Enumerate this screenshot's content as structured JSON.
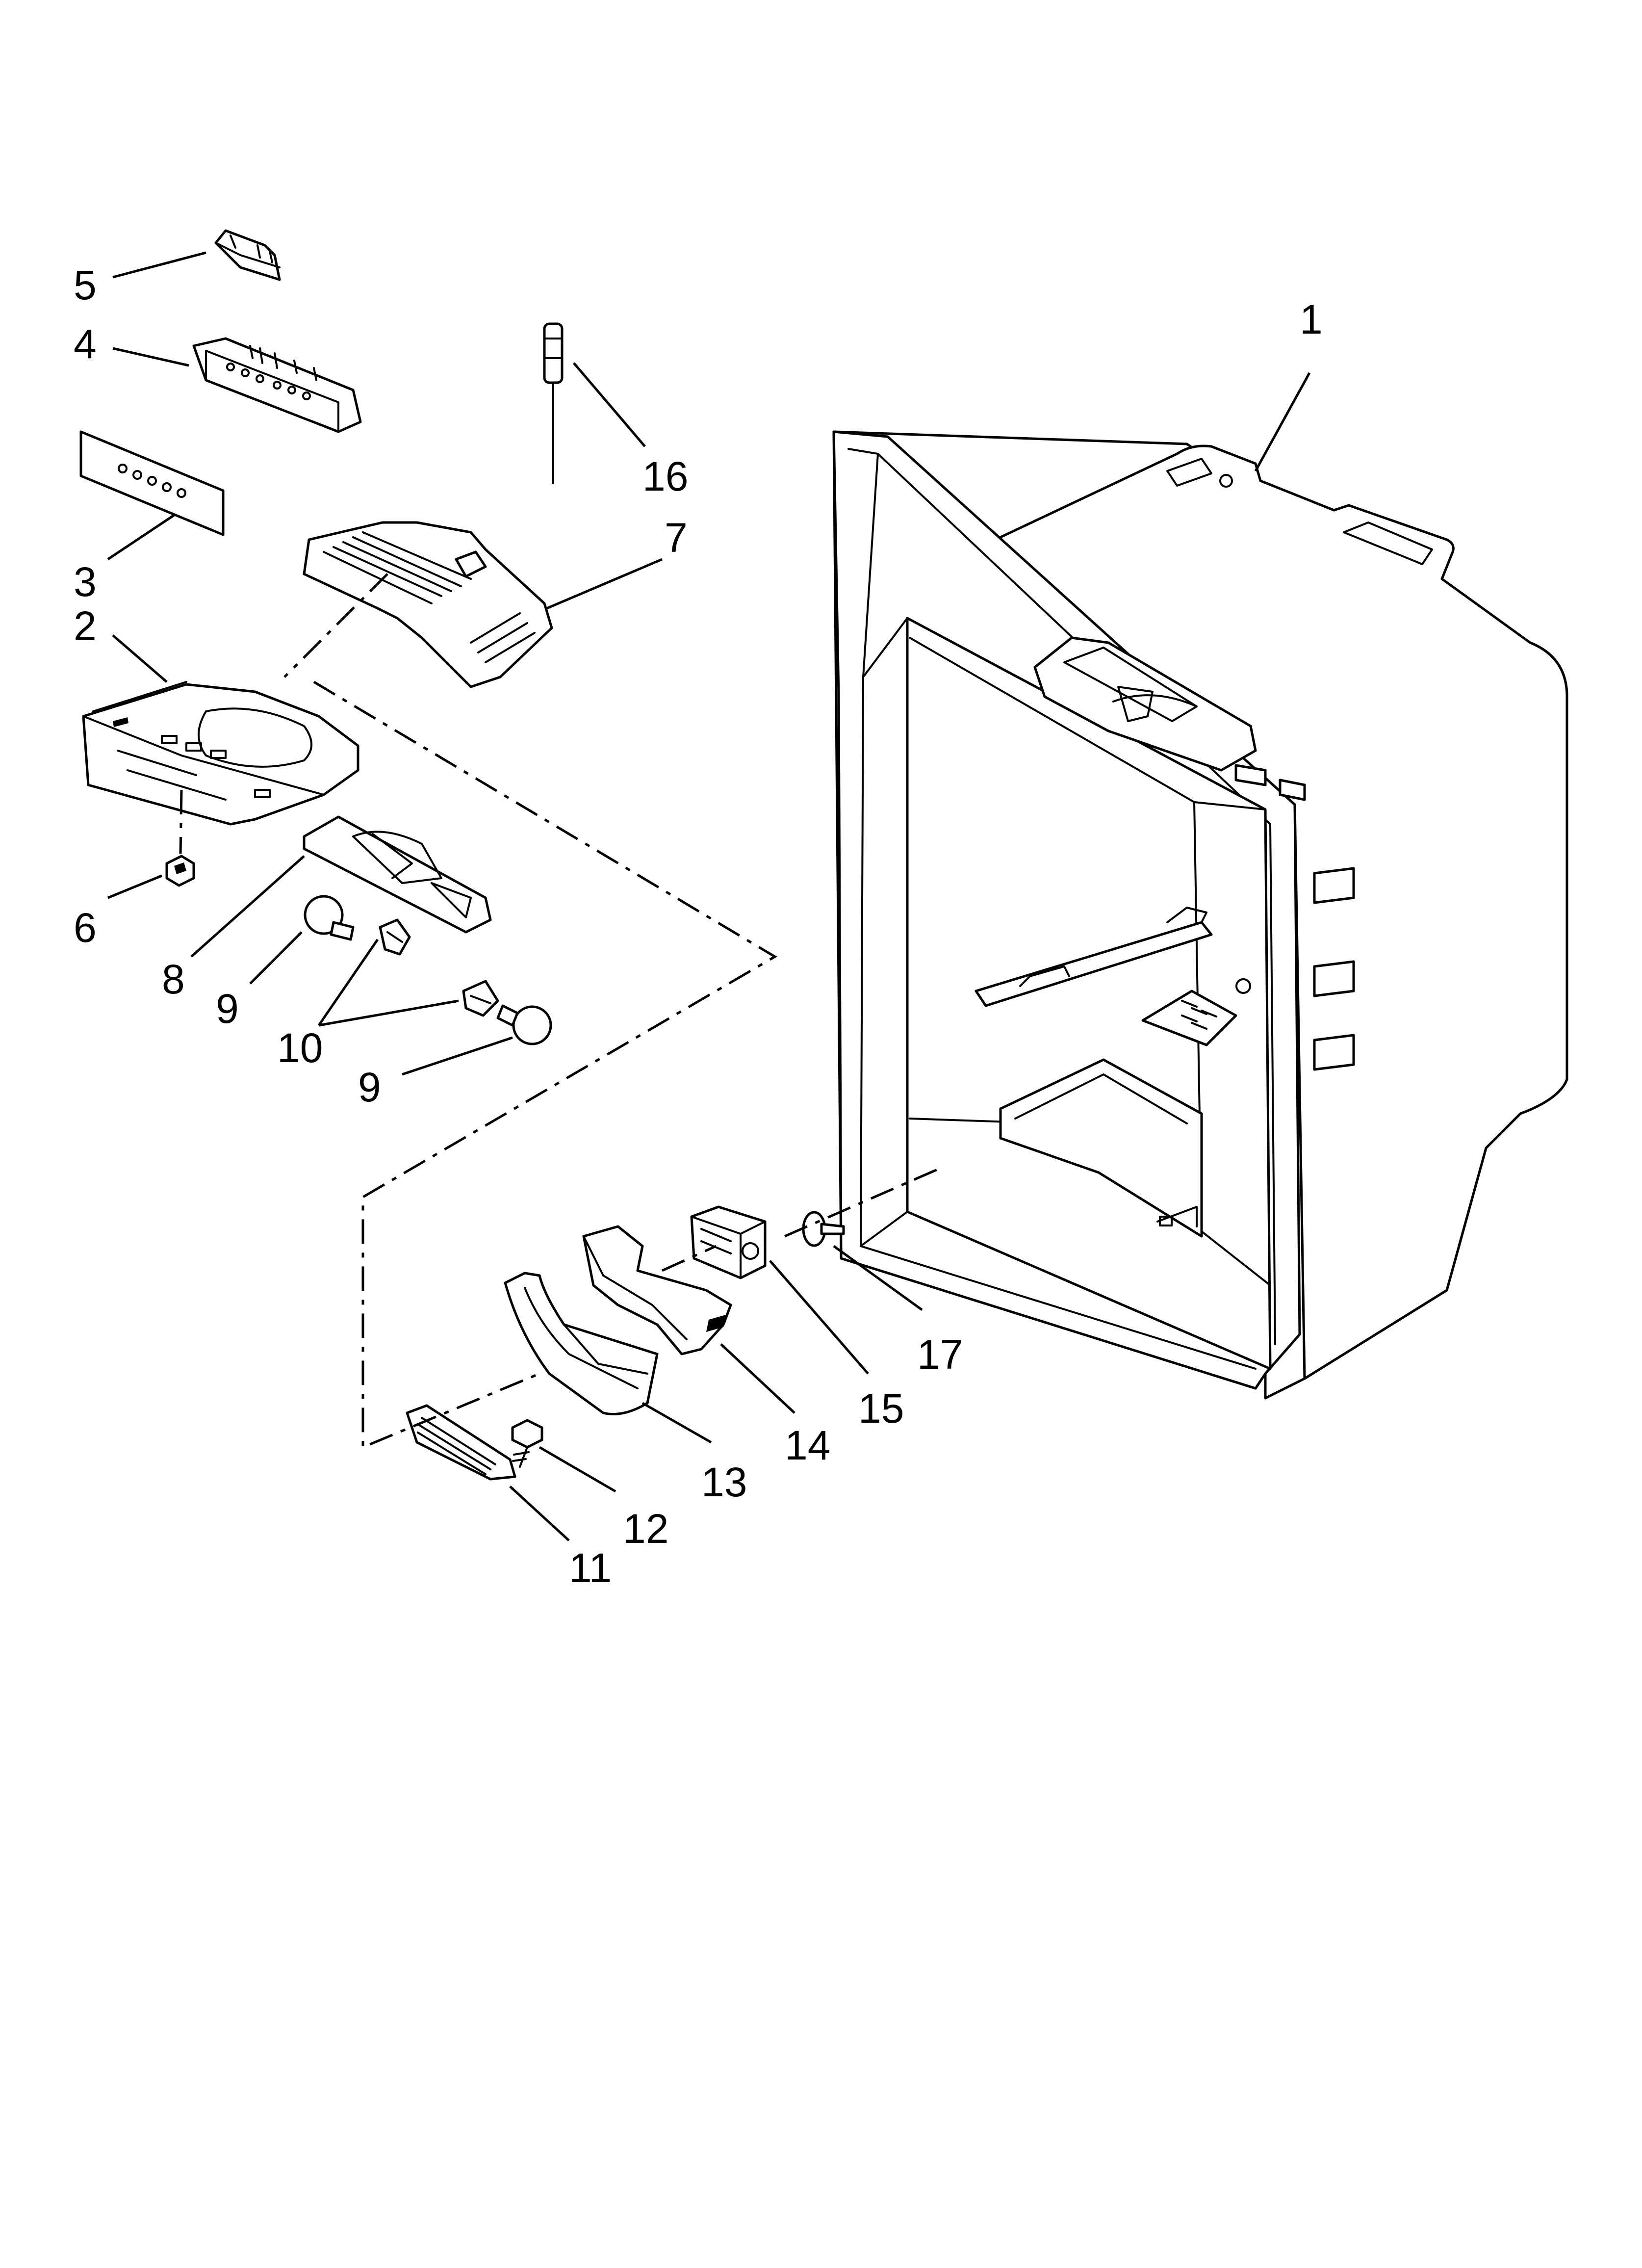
{
  "diagram": {
    "callouts": [
      {
        "id": "c5",
        "text": "5"
      },
      {
        "id": "c4",
        "text": "4"
      },
      {
        "id": "c3",
        "text": "3"
      },
      {
        "id": "c2",
        "text": "2"
      },
      {
        "id": "c6",
        "text": "6"
      },
      {
        "id": "c8",
        "text": "8"
      },
      {
        "id": "c9a",
        "text": "9"
      },
      {
        "id": "c10",
        "text": "10"
      },
      {
        "id": "c9b",
        "text": "9"
      },
      {
        "id": "c16",
        "text": "16"
      },
      {
        "id": "c7",
        "text": "7"
      },
      {
        "id": "c1",
        "text": "1"
      },
      {
        "id": "c17",
        "text": "17"
      },
      {
        "id": "c15",
        "text": "15"
      },
      {
        "id": "c14",
        "text": "14"
      },
      {
        "id": "c13",
        "text": "13"
      },
      {
        "id": "c12",
        "text": "12"
      },
      {
        "id": "c11",
        "text": "11"
      }
    ]
  }
}
